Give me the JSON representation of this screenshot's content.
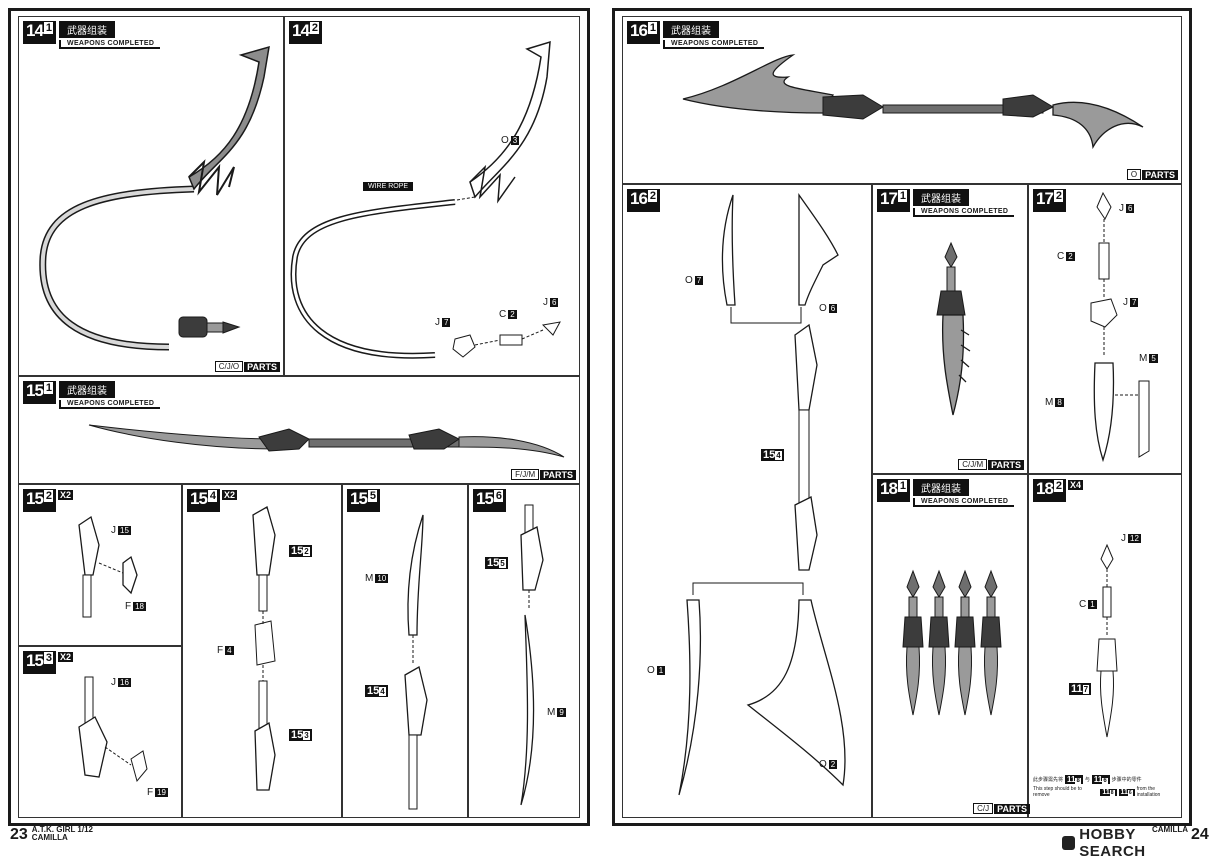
{
  "steps": {
    "s14_1": {
      "num": "14",
      "sub": "1",
      "cn": "武器组装",
      "en": "WEAPONS COMPLETED",
      "codes": "C/J/O",
      "parts": "PARTS"
    },
    "s14_2": {
      "num": "14",
      "sub": "2",
      "wire": "WIRE ROPE",
      "labels": [
        {
          "p": "O",
          "n": "3"
        },
        {
          "p": "J",
          "n": "7"
        },
        {
          "p": "C",
          "n": "2"
        },
        {
          "p": "J",
          "n": "6"
        }
      ]
    },
    "s15_1": {
      "num": "15",
      "sub": "1",
      "cn": "武器组装",
      "en": "WEAPONS COMPLETED",
      "codes": "F/J/M",
      "parts": "PARTS"
    },
    "s15_2": {
      "num": "15",
      "sub": "2",
      "x": "X2",
      "labels": [
        {
          "p": "J",
          "n": "15"
        },
        {
          "p": "F",
          "n": "18"
        }
      ]
    },
    "s15_3": {
      "num": "15",
      "sub": "3",
      "x": "X2",
      "labels": [
        {
          "p": "J",
          "n": "16"
        },
        {
          "p": "F",
          "n": "19"
        }
      ]
    },
    "s15_4": {
      "num": "15",
      "sub": "4",
      "x": "X2",
      "labels": [
        {
          "p": "F",
          "n": "4"
        }
      ],
      "refs": [
        {
          "n": "15",
          "s": "2"
        },
        {
          "n": "15",
          "s": "3"
        }
      ]
    },
    "s15_5": {
      "num": "15",
      "sub": "5",
      "labels": [
        {
          "p": "M",
          "n": "10"
        }
      ],
      "refs": [
        {
          "n": "15",
          "s": "4"
        }
      ]
    },
    "s15_6": {
      "num": "15",
      "sub": "6",
      "labels": [
        {
          "p": "M",
          "n": "9"
        }
      ],
      "refs": [
        {
          "n": "15",
          "s": "5"
        }
      ]
    },
    "s16_1": {
      "num": "16",
      "sub": "1",
      "cn": "武器组装",
      "en": "WEAPONS COMPLETED",
      "codes": "O",
      "parts": "PARTS"
    },
    "s16_2": {
      "num": "16",
      "sub": "2",
      "labels": [
        {
          "p": "O",
          "n": "7"
        },
        {
          "p": "O",
          "n": "6"
        },
        {
          "p": "O",
          "n": "1"
        },
        {
          "p": "O",
          "n": "2"
        }
      ],
      "refs": [
        {
          "n": "15",
          "s": "4"
        }
      ]
    },
    "s17_1": {
      "num": "17",
      "sub": "1",
      "cn": "武器组装",
      "en": "WEAPONS COMPLETED",
      "codes": "C/J/M",
      "parts": "PARTS"
    },
    "s17_2": {
      "num": "17",
      "sub": "2",
      "labels": [
        {
          "p": "J",
          "n": "6"
        },
        {
          "p": "C",
          "n": "2"
        },
        {
          "p": "J",
          "n": "7"
        },
        {
          "p": "M",
          "n": "5"
        },
        {
          "p": "M",
          "n": "8"
        }
      ]
    },
    "s18_1": {
      "num": "18",
      "sub": "1",
      "cn": "武器组装",
      "en": "WEAPONS COMPLETED"
    },
    "s18_2": {
      "num": "18",
      "sub": "2",
      "x": "X4",
      "labels": [
        {
          "p": "J",
          "n": "12"
        },
        {
          "p": "C",
          "n": "1"
        }
      ],
      "refs": [
        {
          "n": "11",
          "s": "7"
        }
      ]
    },
    "s18_parts": {
      "codes": "C/J",
      "parts": "PARTS"
    }
  },
  "footer": {
    "left_page": "23",
    "left_line1": "A.T.K. GIRL 1/12",
    "left_line2": "CAMILLA",
    "right_page": "24",
    "right_line2": "CAMILLA",
    "watermark": "HOBBY SEARCH"
  },
  "note": {
    "cn1": "此步骤需先将",
    "cn2": "与",
    "cn3": "步骤中的零件",
    "en1": "This step should be to remove",
    "en2": "from the installation",
    "r1": "11",
    "r1s": "8",
    "r2": "11",
    "r2s": "6"
  },
  "colors": {
    "line": "#1a1a1a",
    "blade": "#9a9a9a",
    "dark": "#3c3c3c",
    "mid": "#6e6e6e",
    "light": "#d0d0d0"
  }
}
